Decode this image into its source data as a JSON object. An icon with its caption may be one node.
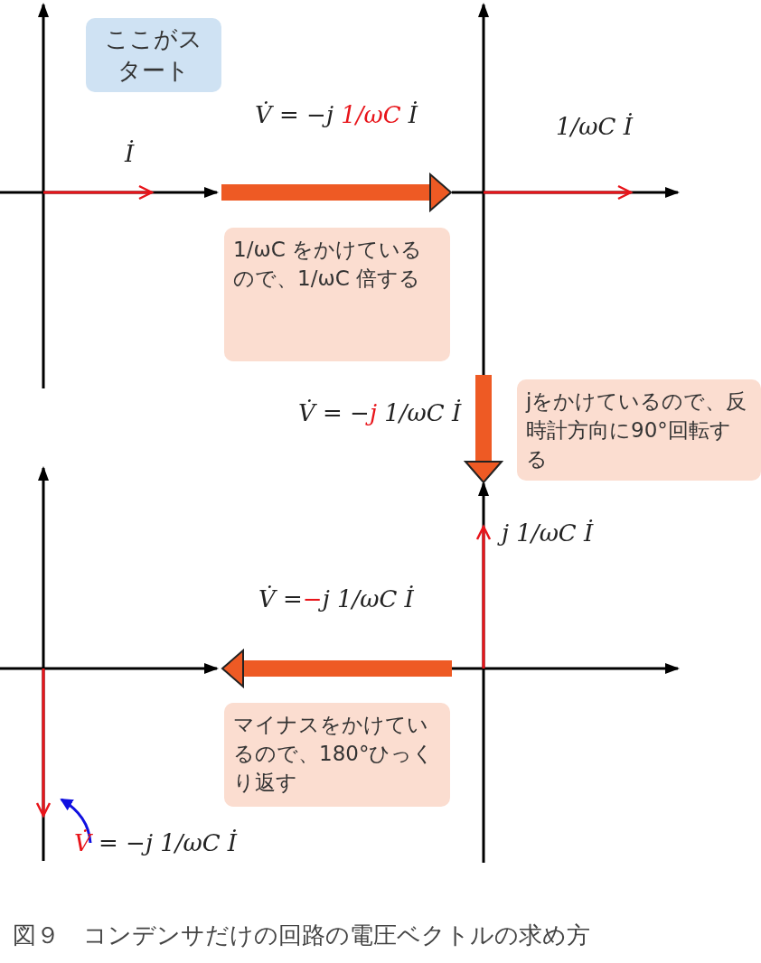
{
  "diagram": {
    "caption": "図９　コンデンサだけの回路の電圧ベクトルの求め方",
    "nodes": [
      {
        "text": [
          "İ"
        ]
      },
      {
        "text": [
          "1/ωC İ"
        ]
      },
      {
        "text": [
          "j 1/ωC İ"
        ]
      },
      {
        "text": [
          "**V̇** = −j 1/ωC İ"
        ]
      },
      {
        "text": [
          "ここがスタート"
        ],
        "in": 0
      },
      {
        "text": [
          "1/ωC をかけているので、1/ωC 倍する"
        ]
      },
      {
        "text": [
          "jをかけているので、反時計方向に90°回転する"
        ]
      },
      {
        "text": [
          "マイナスをかけているので、180°ひっくり返す"
        ]
      }
    ],
    "edges": [
      {
        "from": 0,
        "to": 1,
        "arrow": "to",
        "label": "V̇ = −j **1/ωC** İ"
      },
      {
        "from": 1,
        "to": 2,
        "arrow": "to",
        "label": "V̇ = −**j** 1/ωC İ"
      },
      {
        "from": 2,
        "to": 3,
        "arrow": "to",
        "label": "V̇ =**−**j 1/ωC İ"
      }
    ]
  }
}
